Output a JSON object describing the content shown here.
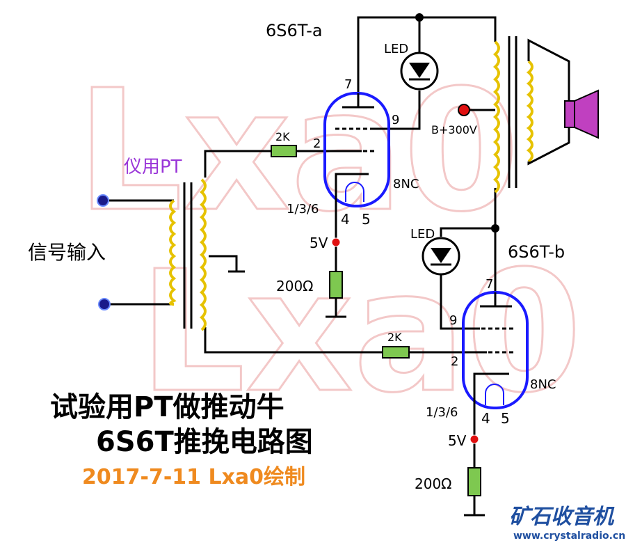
{
  "watermark": {
    "line1": "Lxa0",
    "line2": "Lxa0"
  },
  "labels": {
    "tube_a": "6S6T-a",
    "tube_b": "6S6T-b",
    "led_a": "LED",
    "led_b": "LED",
    "pt_label": "仪用PT",
    "input_label": "信号输入",
    "r_grid_a": "2K",
    "r_grid_b": "2K",
    "bplus": "B+300V",
    "pin7_a": "7",
    "pin9_a": "9",
    "pin2_a": "2",
    "pin8nc_a": "8NC",
    "pin136_a": "1/3/6",
    "pin4_a": "4",
    "pin5_a": "5",
    "pin7_b": "7",
    "pin9_b": "9",
    "pin2_b": "2",
    "pin8nc_b": "8NC",
    "pin136_b": "1/3/6",
    "pin4_b": "4",
    "pin5_b": "5",
    "v5_a": "5V",
    "v5_b": "5V",
    "rk_a": "200Ω",
    "rk_b": "200Ω"
  },
  "title": {
    "line1": "试验用PT做推动牛",
    "line2": "6S6T推挽电路图",
    "byline": "2017-7-11   Lxa0绘制"
  },
  "brand": {
    "name": "矿石收音机",
    "url": "www.crystalradio.cn"
  },
  "colors": {
    "tube": "#1a1aff",
    "resistor": "#7ec850",
    "coil": "#e6c200",
    "pt_label": "#9a36d8",
    "byline": "#ef8a1f",
    "brand": "#1f4fa0",
    "speaker": "#c040c0",
    "dot_red": "#e01010",
    "dot_blue": "#1a1a8a",
    "watermark": "#f3c8c8"
  }
}
